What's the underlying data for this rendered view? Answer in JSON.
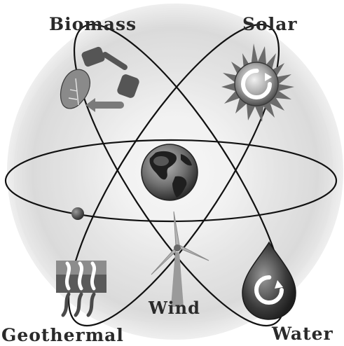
{
  "labels": {
    "biomass": "Biomass",
    "solar": "Solar",
    "wind": "Wind",
    "geothermal": "Geothermal",
    "water": "Water"
  },
  "icons": {
    "center": "globe-icon",
    "top_left": "recycle-leaf-icon",
    "top_right": "sun-icon",
    "bottom_left": "geothermal-heat-icon",
    "bottom_center": "wind-turbine-icon",
    "bottom_right": "water-drop-icon"
  },
  "colors": {
    "background_glow": "#ffffff",
    "ring_gray": "#d4d4d4",
    "orbit_line": "#111111",
    "label_text": "#2a2a2a"
  }
}
